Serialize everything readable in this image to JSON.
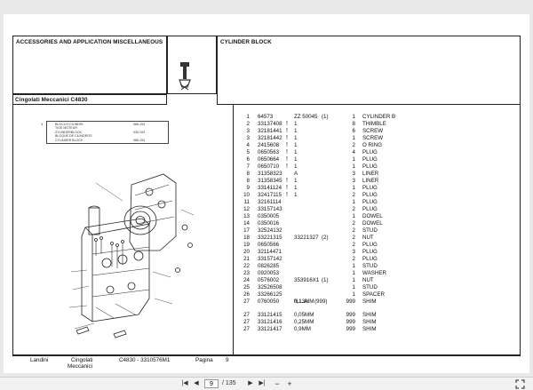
{
  "header": {
    "left_title": "ACCESSORIES AND APPLICATION MISCELLANEOUS",
    "model": "Cingolati Meccanici C4830",
    "right_title": "CYLINDER BLOCK"
  },
  "inset_label": {
    "lines": [
      "BLOCCO CILINDRI",
      "TIGE MOTEUR",
      "ZYLINDERBLOCK",
      "BLOQUE DE CILINDROS",
      "CYLINDER BLOCK"
    ],
    "codes": [
      "086.153",
      "",
      "035.153",
      "",
      "086.153"
    ],
    "number": "1"
  },
  "parts": [
    {
      "no": "1",
      "code": "64573",
      "sym": "",
      "ref": "ZZ 50045",
      "note": "(1)",
      "qty": "1",
      "desc": "CYLINDER B"
    },
    {
      "no": "2",
      "code": "33137408",
      "sym": "!",
      "ref": "1",
      "note": "",
      "qty": "8",
      "desc": "THIMBLE"
    },
    {
      "no": "3",
      "code": "32181441",
      "sym": "!",
      "ref": "1",
      "note": "",
      "qty": "6",
      "desc": "SCREW"
    },
    {
      "no": "3",
      "code": "32181442",
      "sym": "!",
      "ref": "1",
      "note": "",
      "qty": "1",
      "desc": "SCREW"
    },
    {
      "no": "4",
      "code": "2415608",
      "sym": "!",
      "ref": "1",
      "note": "",
      "qty": "2",
      "desc": "O RING"
    },
    {
      "no": "5",
      "code": "0650563",
      "sym": "!",
      "ref": "1",
      "note": "",
      "qty": "4",
      "desc": "PLUG"
    },
    {
      "no": "6",
      "code": "0650664",
      "sym": "!",
      "ref": "1",
      "note": "",
      "qty": "1",
      "desc": "PLUG"
    },
    {
      "no": "7",
      "code": "0650710",
      "sym": "!",
      "ref": "1",
      "note": "",
      "qty": "1",
      "desc": "PLUG"
    },
    {
      "no": "8",
      "code": "31358323",
      "sym": "",
      "ref": "A",
      "note": "",
      "qty": "3",
      "desc": "LINER"
    },
    {
      "no": "8",
      "code": "31358345",
      "sym": "!",
      "ref": "1",
      "note": "",
      "qty": "3",
      "desc": "LINER"
    },
    {
      "no": "9",
      "code": "33141124",
      "sym": "!",
      "ref": "1",
      "note": "",
      "qty": "1",
      "desc": "PLUG"
    },
    {
      "no": "10",
      "code": "32417115",
      "sym": "!",
      "ref": "1",
      "note": "",
      "qty": "2",
      "desc": "PLUG"
    },
    {
      "no": "11",
      "code": "32161114",
      "sym": "",
      "ref": "",
      "note": "",
      "qty": "1",
      "desc": "PLUG"
    },
    {
      "no": "12",
      "code": "33157143",
      "sym": "",
      "ref": "",
      "note": "",
      "qty": "2",
      "desc": "PLUG"
    },
    {
      "no": "13",
      "code": "0350005",
      "sym": "",
      "ref": "",
      "note": "",
      "qty": "1",
      "desc": "DOWEL"
    },
    {
      "no": "14",
      "code": "0350016",
      "sym": "",
      "ref": "",
      "note": "",
      "qty": "2",
      "desc": "DOWEL"
    },
    {
      "no": "17",
      "code": "32524132",
      "sym": "",
      "ref": "",
      "note": "",
      "qty": "2",
      "desc": "STUD"
    },
    {
      "no": "18",
      "code": "33221315",
      "sym": "",
      "ref": "33221327",
      "note": "(2)",
      "qty": "2",
      "desc": "NUT"
    },
    {
      "no": "19",
      "code": "0650566",
      "sym": "",
      "ref": "",
      "note": "",
      "qty": "2",
      "desc": "PLUG"
    },
    {
      "no": "20",
      "code": "32114471",
      "sym": "",
      "ref": "",
      "note": "",
      "qty": "3",
      "desc": "PLUG"
    },
    {
      "no": "21",
      "code": "33157142",
      "sym": "",
      "ref": "",
      "note": "",
      "qty": "2",
      "desc": "PLUG"
    },
    {
      "no": "22",
      "code": "0826285",
      "sym": "",
      "ref": "",
      "note": "",
      "qty": "1",
      "desc": "STUD"
    },
    {
      "no": "23",
      "code": "0920053",
      "sym": "",
      "ref": "",
      "note": "",
      "qty": "1",
      "desc": "WASHER"
    },
    {
      "no": "24",
      "code": "0576002",
      "sym": "",
      "ref": "353916X1",
      "note": "(1)",
      "qty": "1",
      "desc": "NUT"
    },
    {
      "no": "25",
      "code": "32526508",
      "sym": "",
      "ref": "",
      "note": "",
      "qty": "1",
      "desc": "STUD"
    },
    {
      "no": "26",
      "code": "33266125",
      "sym": "",
      "ref": "",
      "note": "",
      "qty": "1",
      "desc": "SPACER"
    },
    {
      "no": "27",
      "code": "0760050",
      "sym": "",
      "ref": "N.L.A.",
      "note": "(999)",
      "qty": "999",
      "desc": "SHIM",
      "ref2": "0,13MM"
    },
    {
      "no": "27",
      "code": "33121415",
      "sym": "",
      "ref": "0,05MM",
      "note": "",
      "qty": "999",
      "desc": "SHIM"
    },
    {
      "no": "27",
      "code": "33121416",
      "sym": "",
      "ref": "0,25MM",
      "note": "",
      "qty": "999",
      "desc": "SHIM"
    },
    {
      "no": "27",
      "code": "33121417",
      "sym": "",
      "ref": "0,9MM",
      "note": "",
      "qty": "999",
      "desc": "SHIM"
    }
  ],
  "footer": {
    "brand": "Landini",
    "series_line1": "Cingolati",
    "series_line2": "Meccanici",
    "part_ref": "C4830 - 3310576M1",
    "page_label": "Pagina",
    "page_number": "9"
  },
  "toolbar": {
    "first": "|◀",
    "prev": "◀",
    "page_value": "9",
    "total": "/ 135",
    "next": "▶",
    "last": "▶|",
    "zoom_out": "−",
    "zoom_in": "+"
  },
  "colors": {
    "ink": "#111111",
    "toolbar_bg": "#f2f2f2",
    "viewer_bg": "#e9e9e9"
  }
}
